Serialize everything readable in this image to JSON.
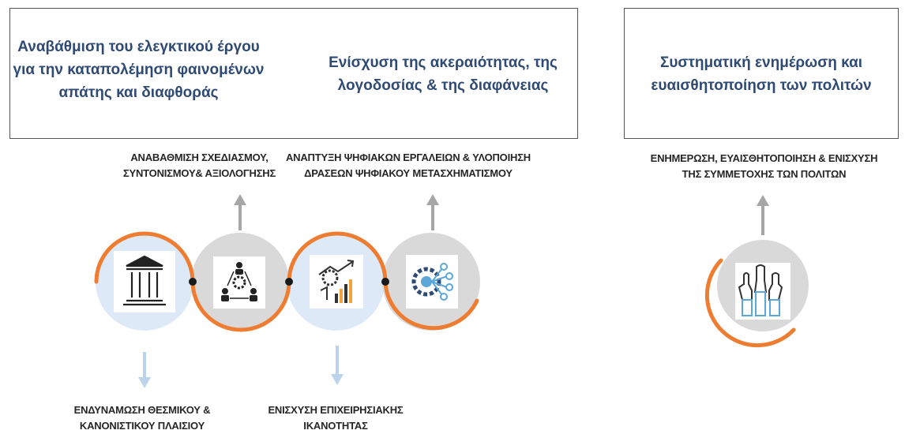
{
  "headers": {
    "fraud_control": "Αναβάθμιση του ελεγκτικού έργου για την καταπολέμηση φαινομένων απάτης και διαφθοράς",
    "integrity": "Ενίσχυση της ακεραιότητας, της λογοδοσίας & της διαφάνειας",
    "citizens": "Συστηματική ενημέρωση και ευαισθητοποίηση των πολιτών"
  },
  "labels": {
    "planning": "ΑΝΑΒΑΘΜΙΣΗ ΣΧΕΔΙΑΣΜΟΥ, ΣΥΝΤΟΝΙΣΜΟΥ& ΑΞΙΟΛΟΓΗΣΗΣ",
    "digital": "ΑΝΑΠΤΥΞΗ ΨΗΦΙΑΚΩΝ ΕΡΓΑΛΕΙΩΝ & ΥΛΟΠΟΙΗΣΗ ΔΡΑΣΕΩΝ ΨΗΦΙΑΚΟΥ ΜΕΤΑΣΧΗΜΑΤΙΣΜΟΥ",
    "awareness": "ΕΝΗΜΕΡΩΣΗ, ΕΥΑΙΣΘΗΤΟΠΟΙΗΣΗ & ΕΝΙΣΧΥΣΗ ΤΗΣ ΣΥΜΜΕΤΟΧΗΣ ΤΩΝ ΠΟΛΙΤΩΝ",
    "institutional": "ΕΝΔΥΝΑΜΩΣΗ ΘΕΣΜΙΚΟΥ & ΚΑΝΟΝΙΣΤΙΚΟΥ ΠΛΑΙΣΙΟΥ",
    "operational": "ΕΝΙΣΧΥΣΗ ΕΠΙΧΕΙΡΗΣΙΑΚΗΣ ΙΚΑΝΟΤΗΤΑΣ"
  },
  "colors": {
    "heading_text": "#2f4a73",
    "orange_curve": "#ee7d31",
    "light_blue_circle": "#dde9f6",
    "gray_circle": "#d9d9d9",
    "gray_arrow": "#a6a6a6",
    "blue_arrow": "#bcd3ec"
  },
  "icons": [
    "building-icon",
    "team-gear-icon",
    "growth-chart-icon",
    "network-gear-icon",
    "raised-hands-icon"
  ]
}
